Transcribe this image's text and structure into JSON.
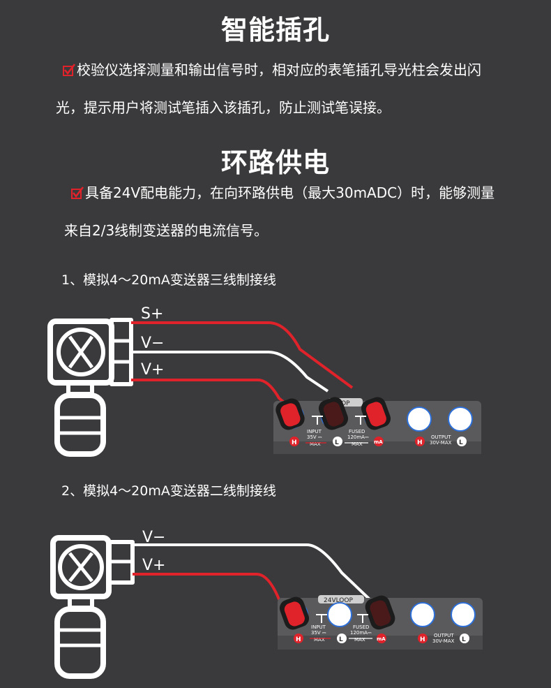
{
  "sections": [
    {
      "title": "智能插孔",
      "text_line1": "校验仪选择测量和输出信号时，相对应的表笔插孔导光柱会发出闪",
      "text_line2": "光，提示用户将测试笔插入该插孔，防止测试笔误接。"
    },
    {
      "title": "环路供电",
      "text_line1": "具备24V配电能力，在向环路供电（最大30mADC）时，能够测量",
      "text_line2": "来自2/3线制变送器的电流信号。"
    }
  ],
  "diagram1": {
    "caption": "1、模拟4～20mA变送器三线制接线",
    "wires": [
      "S+",
      "V−",
      "V+"
    ],
    "panel_label": "OOP",
    "input_lines": [
      "INPUT",
      "35V ⎓",
      "MAX"
    ],
    "fused_lines": [
      "FUSED",
      "120mA⎓",
      "MAX"
    ],
    "output_lines": [
      "OUTPUT",
      "30V-MAX"
    ],
    "jack_h": "H",
    "jack_l": "L",
    "jack_ma": "mA"
  },
  "diagram2": {
    "caption": "2、模拟4～20mA变送器二线制接线",
    "wires": [
      "V−",
      "V+"
    ],
    "panel_label": "24VLOOP",
    "input_lines": [
      "INPUT",
      "35V ⎓",
      "MAX"
    ],
    "fused_lines": [
      "FUSED",
      "120mA⎓",
      "MAX"
    ],
    "output_lines": [
      "OUTPUT",
      "30V-MAX"
    ],
    "jack_h": "H",
    "jack_l": "L",
    "jack_ma": "mA"
  },
  "colors": {
    "background": "#3a3a3c",
    "red": "#e0222a",
    "panel": "#5a5a5c",
    "check": "#e0222a"
  }
}
